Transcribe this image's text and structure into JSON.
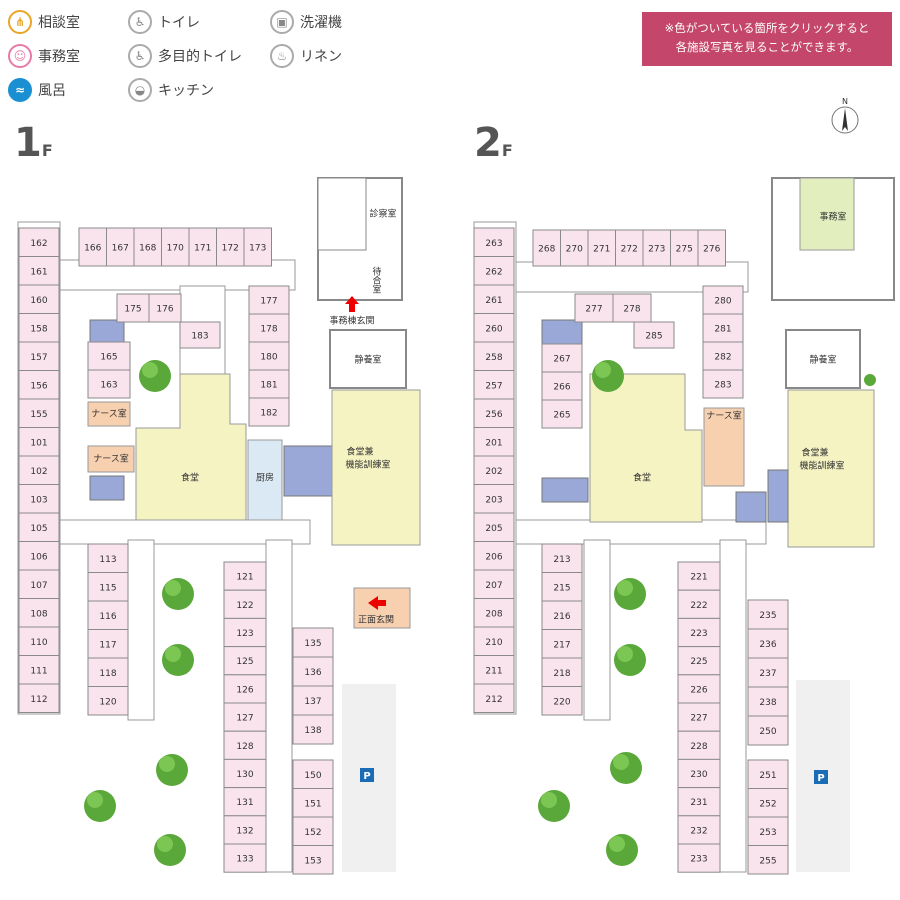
{
  "legend": {
    "soudan": "相談室",
    "jimu": "事務室",
    "furo": "風呂",
    "toilet": "トイレ",
    "tamokuteki": "多目的トイレ",
    "kitchen": "キッチン",
    "sentakuki": "洗濯機",
    "linen": "リネン"
  },
  "notice": {
    "line1": "※色がついている箇所をクリックすると",
    "line2": "各施設写真を見ることができます。"
  },
  "compass_label": "N",
  "floors": {
    "f1": {
      "num": "1",
      "suffix": "F",
      "labels": {
        "shinsatsu": "診察室",
        "machiai": "待合室",
        "jimu_entrance": "事務棟玄関",
        "seiyo": "静養室",
        "nurse1": "ナース室",
        "nurse2": "ナース室",
        "shokudo": "食堂",
        "chubo": "厨房",
        "kinou": "食堂兼",
        "kinou2": "機能訓練室",
        "main_entrance": "正面玄関",
        "parking": "P"
      },
      "rooms": [
        "162",
        "161",
        "160",
        "158",
        "157",
        "156",
        "155",
        "101",
        "102",
        "103",
        "105",
        "106",
        "107",
        "108",
        "110",
        "111",
        "112",
        "166",
        "167",
        "168",
        "170",
        "171",
        "172",
        "173",
        "175",
        "176",
        "177",
        "178",
        "180",
        "181",
        "182",
        "183",
        "165",
        "163",
        "113",
        "115",
        "116",
        "117",
        "118",
        "120",
        "121",
        "122",
        "123",
        "125",
        "126",
        "127",
        "128",
        "130",
        "131",
        "132",
        "133",
        "135",
        "136",
        "137",
        "138",
        "150",
        "151",
        "152",
        "153"
      ]
    },
    "f2": {
      "num": "2",
      "suffix": "F",
      "labels": {
        "jimushitsu": "事務室",
        "seiyo": "静養室",
        "nurse": "ナース室",
        "shokudo": "食堂",
        "kinou": "食堂兼",
        "kinou2": "機能訓練室",
        "parking": "P"
      },
      "rooms": [
        "263",
        "262",
        "261",
        "260",
        "258",
        "257",
        "256",
        "201",
        "202",
        "203",
        "205",
        "206",
        "207",
        "208",
        "210",
        "211",
        "212",
        "268",
        "270",
        "271",
        "272",
        "273",
        "275",
        "276",
        "277",
        "278",
        "285",
        "280",
        "281",
        "282",
        "283",
        "267",
        "266",
        "265",
        "213",
        "215",
        "216",
        "217",
        "218",
        "220",
        "221",
        "222",
        "223",
        "225",
        "226",
        "227",
        "228",
        "230",
        "231",
        "232",
        "233",
        "235",
        "236",
        "237",
        "238",
        "250",
        "251",
        "252",
        "253",
        "255"
      ]
    }
  },
  "colors": {
    "room": "#f9e4ee",
    "dining": "#f5f3c2",
    "nurse": "#f7d0b0",
    "bath": "#9aa8d8",
    "kitchen": "#dbe9f5",
    "office": "#e2eebd",
    "notice_bg": "#c4466a",
    "tree": "#5aa83a"
  }
}
